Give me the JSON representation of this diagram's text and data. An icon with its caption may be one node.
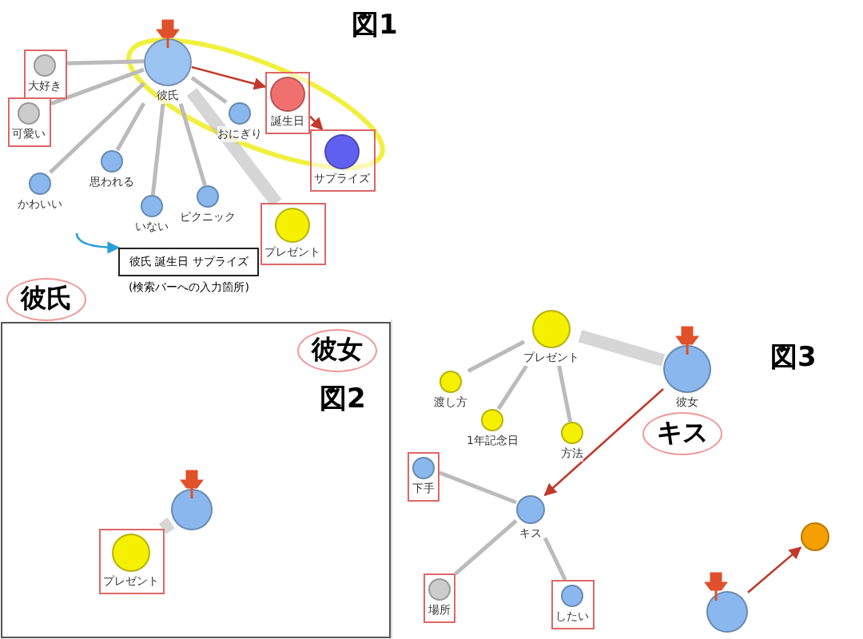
{
  "diagram": {
    "nodes": [
      {
        "text": [
          "彼氏"
        ]
      },
      {
        "text": [
          "誕生日"
        ]
      },
      {
        "text": [
          "サプライズ"
        ]
      },
      {
        "text": [
          "プレゼント"
        ]
      },
      {
        "text": [
          "大好き"
        ]
      },
      {
        "text": [
          "可愛い"
        ]
      },
      {
        "text": [
          "かわいい"
        ]
      },
      {
        "text": [
          "思われる"
        ]
      },
      {
        "text": [
          "おにぎり"
        ]
      },
      {
        "text": [
          "ピクニック"
        ]
      },
      {
        "text": [
          "いない"
        ]
      },
      {
        "text": [
          "彼氏 誕生日 サプライズ"
        ],
        "beside": [
          "(検索バーへの入力箇所)"
        ]
      },
      {
        "text": [],
        "shape": "circle"
      },
      {
        "text": [
          "プレゼント"
        ]
      },
      {
        "text": [
          "彼女"
        ]
      },
      {
        "text": [
          "プレゼント"
        ]
      },
      {
        "text": [
          "渡し方"
        ]
      },
      {
        "text": [
          "1年記念日"
        ]
      },
      {
        "text": [
          "方法"
        ]
      },
      {
        "text": [
          "キス"
        ]
      },
      {
        "text": [
          "下手"
        ]
      },
      {
        "text": [
          "したい"
        ]
      },
      {
        "text": [
          "場所"
        ]
      },
      {
        "text": [],
        "shape": "circle"
      },
      {
        "text": [],
        "shape": "circle"
      }
    ],
    "edges": [
      {
        "from": 0,
        "to": 1,
        "arrow": "to",
        "color": "#c0392b"
      },
      {
        "from": 1,
        "to": 2,
        "arrow": "to",
        "color": "#c0392b"
      },
      {
        "from": null,
        "to": 11,
        "arrow": "to",
        "color": "#2a9fd6"
      },
      {
        "from": 0,
        "to": 3,
        "arrow": "none",
        "style": "thick"
      },
      {
        "from": 0,
        "to": 4,
        "arrow": "none"
      },
      {
        "from": 0,
        "to": 5,
        "arrow": "none"
      },
      {
        "from": 0,
        "to": 6,
        "arrow": "none"
      },
      {
        "from": 0,
        "to": 7,
        "arrow": "none"
      },
      {
        "from": 0,
        "to": 8,
        "arrow": "none"
      },
      {
        "from": 0,
        "to": 9,
        "arrow": "none"
      },
      {
        "from": 0,
        "to": 10,
        "arrow": "none"
      },
      {
        "from": 12,
        "to": 13,
        "arrow": "none",
        "style": "thick"
      },
      {
        "from": 14,
        "to": 15,
        "arrow": "none",
        "style": "thick"
      },
      {
        "from": 15,
        "to": 16,
        "arrow": "none"
      },
      {
        "from": 15,
        "to": 17,
        "arrow": "none"
      },
      {
        "from": 15,
        "to": 18,
        "arrow": "none"
      },
      {
        "from": 14,
        "to": 19,
        "arrow": "to",
        "color": "#c0392b"
      },
      {
        "from": 19,
        "to": 20,
        "arrow": "none"
      },
      {
        "from": 19,
        "to": 21,
        "arrow": "none"
      },
      {
        "from": 19,
        "to": 22,
        "arrow": "none"
      },
      {
        "from": 24,
        "to": 23,
        "arrow": "to",
        "color": "#c0392b"
      }
    ],
    "labels": [
      "図1",
      "彼氏",
      "彼女",
      "図2",
      "図3",
      "キス"
    ]
  }
}
